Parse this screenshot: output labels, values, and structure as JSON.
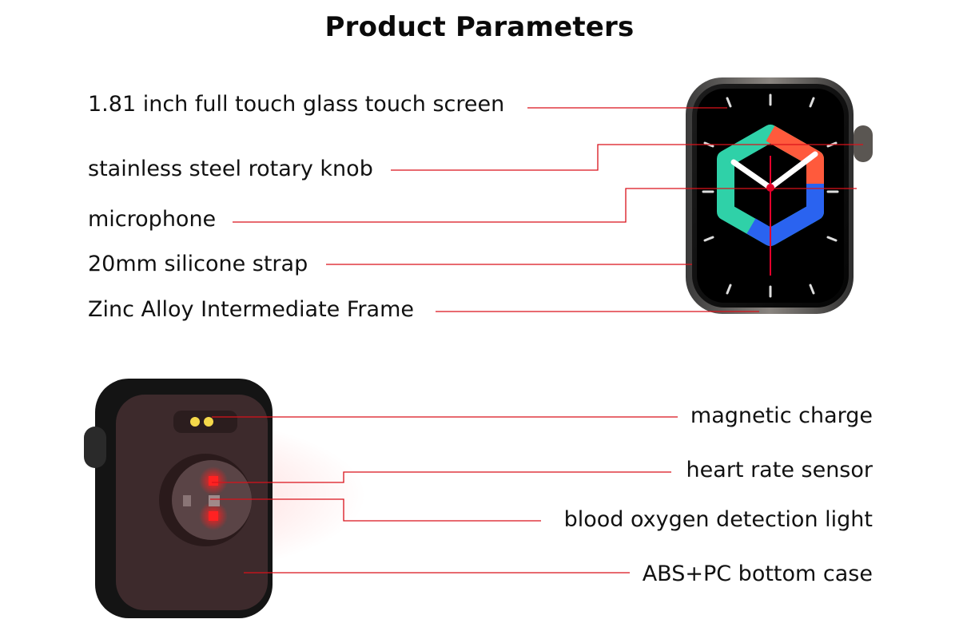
{
  "header": {
    "title": "Product Parameters"
  },
  "front_view": {
    "labels": [
      {
        "id": "screen",
        "text": "1.81 inch full touch glass touch screen"
      },
      {
        "id": "knob",
        "text": "stainless steel rotary knob"
      },
      {
        "id": "microphone",
        "text": "microphone"
      },
      {
        "id": "strap",
        "text": "20mm silicone strap"
      },
      {
        "id": "frame",
        "text": "Zinc Alloy Intermediate Frame"
      }
    ]
  },
  "back_view": {
    "labels": [
      {
        "id": "charge",
        "text": "magnetic charge"
      },
      {
        "id": "heart_rate",
        "text": "heart rate sensor"
      },
      {
        "id": "blood_oxygen",
        "text": "blood oxygen detection light"
      },
      {
        "id": "case",
        "text": "ABS+PC bottom case"
      }
    ]
  },
  "colors": {
    "callout_line": "#d9121b",
    "watch_body": "#1a1a1a",
    "ring_red": "#ff5a3c",
    "ring_green": "#2fd1a8",
    "ring_blue": "#2a63f0",
    "sensor_red": "#ff1a1a",
    "charge_pin": "#f5d84a"
  }
}
